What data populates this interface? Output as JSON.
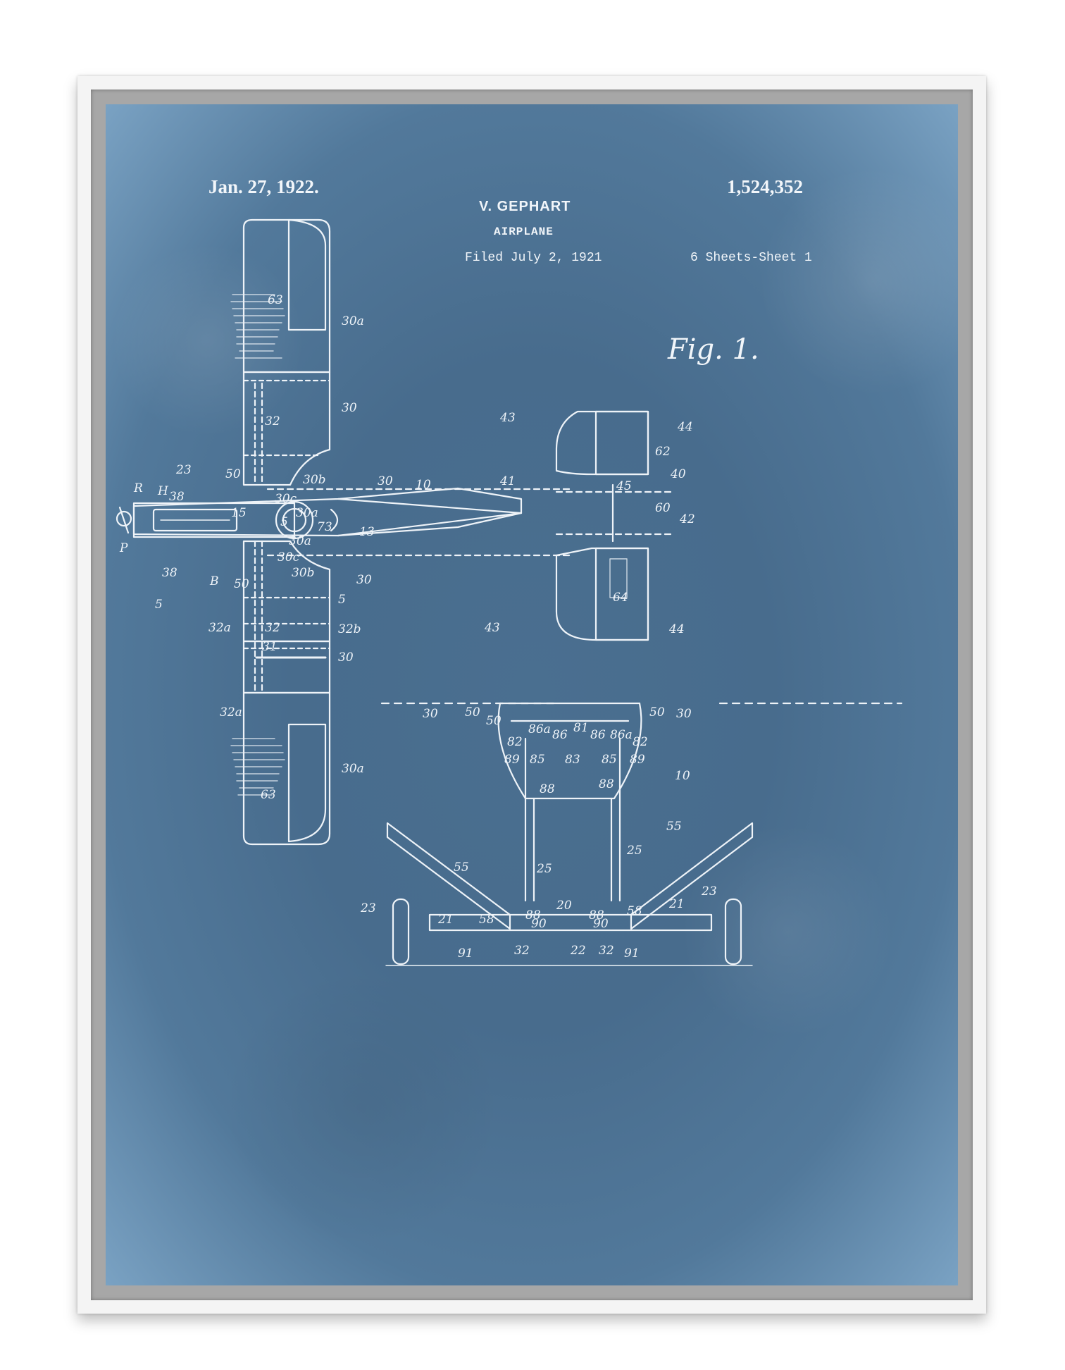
{
  "header": {
    "date": "Jan. 27, 1922.",
    "patent_number": "1,524,352",
    "inventor": "V. GEPHART",
    "title": "AIRPLANE",
    "filed": "Filed July 2, 1921",
    "sheets": "6 Sheets-Sheet 1"
  },
  "figure": {
    "label": "Fig. 1."
  },
  "colors": {
    "print_blue": "#486c8d",
    "line_white": "#eef3f8",
    "frame": "#f4f4f4",
    "mat": "#a7a7a7"
  },
  "callouts": {
    "c63a": "63",
    "c30a1": "30a",
    "c30": "30",
    "c32": "32",
    "c23": "23",
    "c50": "50",
    "c30b": "30b",
    "c30top": "30",
    "c10": "10",
    "c41": "41",
    "cR": "R",
    "cH": "H",
    "c38": "38",
    "c15": "15",
    "c30c": "30c",
    "c30a2": "30a",
    "c5a": "5",
    "c73": "73",
    "c13": "13",
    "cP": "P",
    "c30a3": "30a",
    "c38b": "38",
    "cB": "B",
    "c50b": "50",
    "c30c2": "30c",
    "c30b2": "30b",
    "c30bot": "30",
    "c5left": "5",
    "c5right": "5",
    "c32a": "32a",
    "c32mid": "32",
    "c32b": "32b",
    "c31": "31",
    "c30low": "30",
    "c32a2": "32a",
    "c30a4": "30a",
    "c63b": "63",
    "c43top": "43",
    "c44top": "44",
    "c62": "62",
    "c45": "45",
    "c40": "40",
    "c60": "60",
    "c42": "42",
    "c64": "64",
    "c43bot": "43",
    "c44bot": "44",
    "r30l": "30",
    "r50l": "50",
    "r50t": "50",
    "r50r": "50",
    "r30r": "30",
    "r86a": "86a",
    "r86": "86",
    "r81": "81",
    "r86b": "86",
    "r86c": "86a",
    "r82l": "82",
    "r82r": "82",
    "r89l": "89",
    "r85l": "85",
    "r83": "83",
    "r85r": "85",
    "r89r": "89",
    "r10": "10",
    "r88l": "88",
    "r88r": "88",
    "r55l": "55",
    "r55r": "55",
    "r25l": "25",
    "r25r": "25",
    "r20": "20",
    "r23l": "23",
    "r21l": "21",
    "r58l": "58",
    "r88b": "88",
    "r90l": "90",
    "r88c": "88",
    "r90r": "90",
    "r58r": "58",
    "r21r": "21",
    "r23r": "23",
    "r91l": "91",
    "r32l": "32",
    "r22": "22",
    "r32r": "32",
    "r91r": "91"
  }
}
